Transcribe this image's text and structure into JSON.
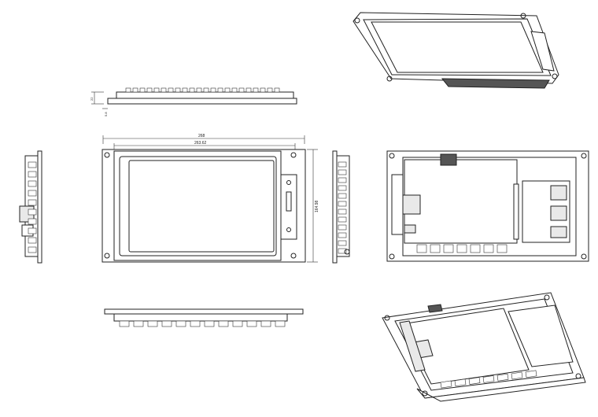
{
  "dimensions": {
    "overall_width": "268",
    "display_width": "263.62",
    "overall_height": "164.98",
    "thickness_total": "22",
    "thickness_panel": "5.8"
  },
  "views": [
    "top-side-view",
    "front-view",
    "left-side-view",
    "right-side-view",
    "bottom-side-view",
    "rear-view",
    "isometric-front",
    "isometric-rear"
  ]
}
